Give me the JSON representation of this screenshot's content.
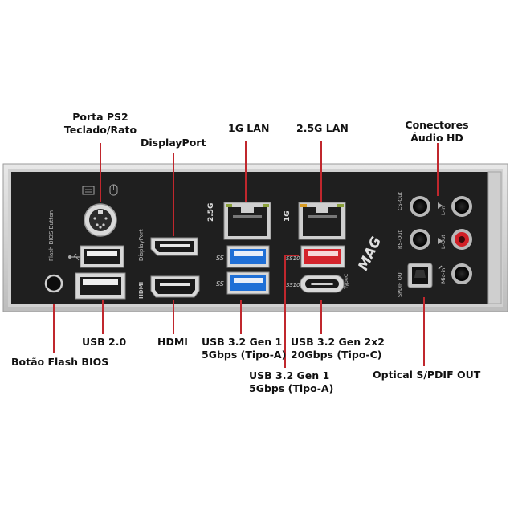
{
  "labels": {
    "ps2_line1": "Porta PS2",
    "ps2_line2": "Teclado/Rato",
    "displayport": "DisplayPort",
    "lan_1g": "1G LAN",
    "lan_25g": "2.5G LAN",
    "audio_line1": "Conectores",
    "audio_line2": "Áudio HD",
    "usb20": "USB 2.0",
    "hdmi": "HDMI",
    "usb_gen1_a_line1": "USB 3.2 Gen 1",
    "usb_gen1_a_line2": "5Gbps (Tipo-A)",
    "usb_gen2x2_line1": "USB 3.2 Gen 2x2",
    "usb_gen2x2_line2": "20Gbps (Tipo-C)",
    "usb_gen1_b_line1": "USB 3.2 Gen 1",
    "usb_gen1_b_line2": "5Gbps (Tipo-A)",
    "flash_bios": "Botão Flash BIOS",
    "spdif": "Optical S/PDIF OUT"
  },
  "panel_text": {
    "flash_bios_button": "Flash BIOS Button",
    "displayport_vertical": "DisplayPort",
    "hdmi_vertical": "HDMI",
    "lan_25g_side": "2.5G",
    "lan_1g_side": "1G",
    "ss_logo": "SS",
    "ss10_logo": "SS10",
    "typec": "TypeC",
    "brand": "MAG",
    "audio_cs_out": "CS-Out",
    "audio_l_in": "L-in",
    "audio_rs_out": "RS-Out",
    "audio_l_out": "L-Out",
    "audio_spdif_out": "SPDIF OUT",
    "audio_mic_in": "Mic-in"
  },
  "colors": {
    "accent_line": "#c0272d",
    "panel": "#1e1e1e",
    "usb3_blue": "#1f6fd6",
    "usb_red": "#d4242c",
    "mic_red": "#d11f26"
  }
}
